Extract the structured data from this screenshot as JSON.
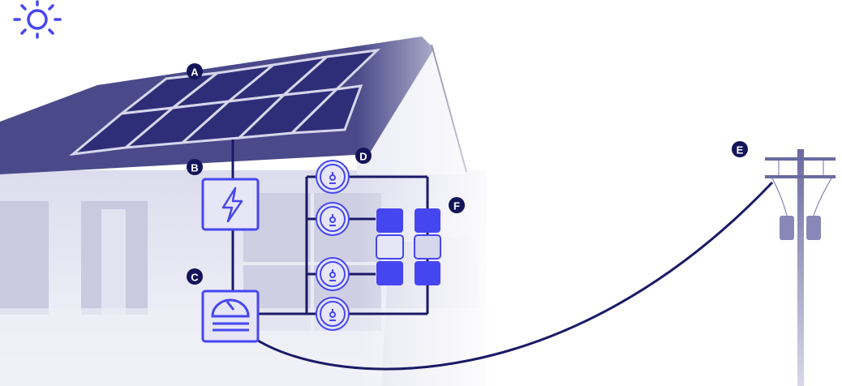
{
  "labels": {
    "solar_panels": "A",
    "inverter": "B",
    "meter": "C",
    "circuit_breakers": "D",
    "utility_pole": "E",
    "batteries": "F"
  },
  "icons": {
    "sun": "sun-icon",
    "inverter": "lightning-bolt-icon",
    "meter": "gauge-icon",
    "breaker": "dial-icon"
  },
  "colors": {
    "accent": "#4646f0",
    "line": "#1a1a66",
    "badge": "#14145a",
    "house_tint": "#e4e4f2",
    "roof": "#4a4a8a"
  }
}
